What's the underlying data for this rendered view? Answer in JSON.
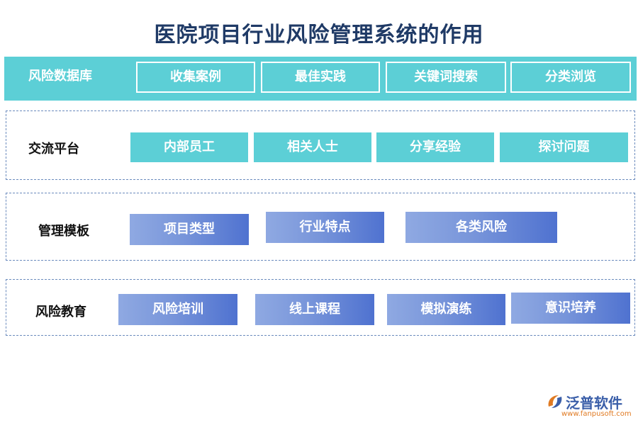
{
  "title": "医院项目行业风险管理系统的作用",
  "rows": [
    {
      "label": "风险数据库",
      "items": [
        "收集案例",
        "最佳实践",
        "关键词搜索",
        "分类浏览"
      ]
    },
    {
      "label": "交流平台",
      "items": [
        "内部员工",
        "相关人士",
        "分享经验",
        "探讨问题"
      ]
    },
    {
      "label": "管理模板",
      "items": [
        "项目类型",
        "行业特点",
        "各类风险"
      ]
    },
    {
      "label": "风险教育",
      "items": [
        "风险培训",
        "线上课程",
        "模拟演练",
        "意识培养"
      ]
    }
  ],
  "logo": {
    "name": "泛普软件",
    "url": "www.fanpusoft.com"
  },
  "colors": {
    "teal": "#5ccfd6",
    "blue_start": "#8fa9e2",
    "blue_end": "#4f72d0",
    "title": "#1f3a66",
    "dashed_border": "#6b8bbd"
  }
}
